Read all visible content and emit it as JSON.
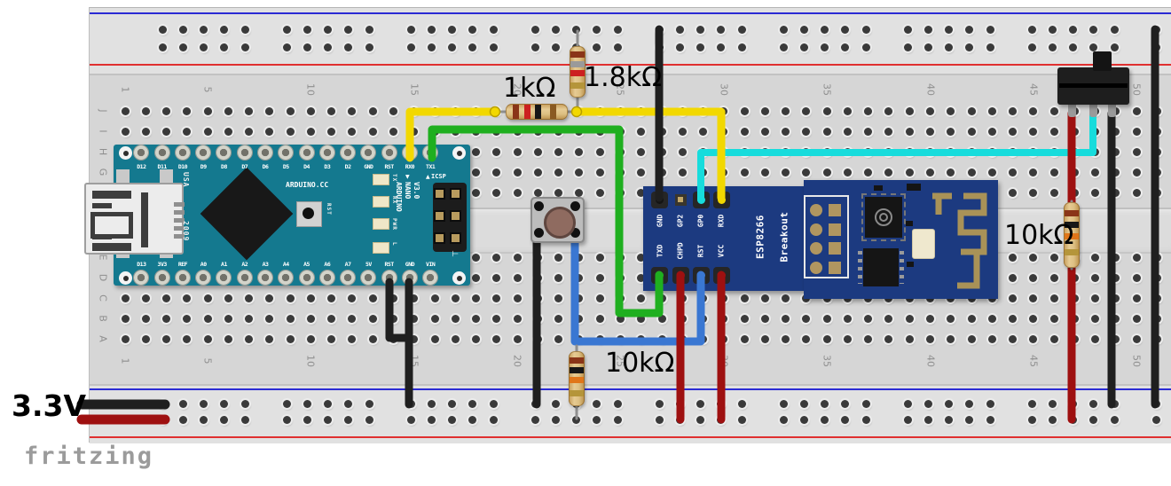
{
  "labels": {
    "r1k": "1kΩ",
    "r1k8": "1.8kΩ",
    "r10k_left": "10kΩ",
    "r10k_right": "10kΩ",
    "voltage": "3.3V",
    "watermark": "fritzing"
  },
  "breadboard": {
    "column_numbers": [
      "1",
      "5",
      "10",
      "15",
      "20",
      "25",
      "30",
      "35",
      "40",
      "45",
      "50"
    ],
    "row_letters": [
      "J",
      "I",
      "H",
      "G",
      "F",
      "E",
      "D",
      "C",
      "B",
      "A"
    ]
  },
  "arduino": {
    "top_pins": [
      "D12",
      "D11",
      "D10",
      "D9",
      "D8",
      "D7",
      "D6",
      "D5",
      "D4",
      "D3",
      "D2",
      "GND",
      "RST",
      "RX0",
      "TX1"
    ],
    "bottom_pins": [
      "D13",
      "3V3",
      "REF",
      "A0",
      "A1",
      "A2",
      "A3",
      "A4",
      "A5",
      "A6",
      "A7",
      "5V",
      "RST",
      "GND",
      "VIN"
    ],
    "brand": "ARDUINO.CC",
    "usa": "USA",
    "year": "2009",
    "reset": "RST",
    "icsp": "ICSP",
    "model": "ARDUINO\nNANO\nV3.0",
    "leds": [
      "TX",
      "RX",
      "PWR",
      "L"
    ],
    "rx_marker": "▼",
    "tx_marker": "▲",
    "mark": "⊥"
  },
  "esp": {
    "top_pins": [
      "GND",
      "GP2",
      "GP0",
      "RXD"
    ],
    "bottom_pins": [
      "TXD",
      "CHPD",
      "RST",
      "VCC"
    ],
    "name_line1": "ESP8266",
    "name_line2": "Breakout"
  },
  "colors": {
    "wire_yellow": "#f2d800",
    "wire_green": "#1faf1f",
    "wire_cyan": "#17dcdc",
    "wire_blue": "#3a77d2",
    "wire_red": "#9e1010",
    "wire_black": "#1f1f1f",
    "lead_gray": "#8f8f8f",
    "rail_blue": "#2b2bd4",
    "rail_red": "#e03030",
    "arduino_pcb": "#14798f",
    "esp_pcb": "#1c3a80",
    "gold": "#a99257",
    "button_cap": "#8f6b60"
  },
  "resistors": {
    "r1k": {
      "bands": [
        "#8a3518",
        "#cc2020",
        "#171717",
        "#8a5a22"
      ]
    },
    "r1k8": {
      "bands": [
        "#8a3518",
        "#9a9a9a",
        "#cc2020",
        "#b5953a"
      ]
    },
    "r10k_left": {
      "bands": [
        "#8a3518",
        "#171717",
        "#e0761a",
        "#b5953a"
      ]
    },
    "r10k_right": {
      "bands": [
        "#8a3518",
        "#171717",
        "#e0761a",
        "#b5953a"
      ]
    }
  }
}
